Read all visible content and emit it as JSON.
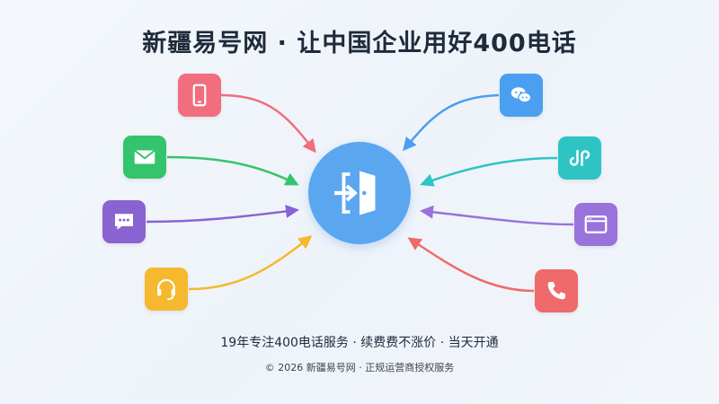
{
  "title": "新疆易号网 · 让中国企业用好400电话",
  "slogan": "19年专注400电话服务 · 续费费不涨价 · 当天开通",
  "footer": "© 2026 新疆易号网 · 正规运营商授权服务",
  "colors": {
    "phone": "#f26d7d",
    "mail": "#34c46e",
    "chat": "#8a63d2",
    "headset": "#f5b82e",
    "wechat": "#4a9ff0",
    "miniprogram": "#2ec4c4",
    "browser": "#9a72dc",
    "call": "#ef6a6a",
    "center": "#5aa7f0"
  },
  "icons": {
    "left": [
      "mobile-phone-icon",
      "mail-icon",
      "chat-bubble-icon",
      "headset-icon"
    ],
    "right": [
      "wechat-icon",
      "mini-program-icon",
      "browser-window-icon",
      "phone-call-icon"
    ],
    "center": "enter-door-icon"
  }
}
